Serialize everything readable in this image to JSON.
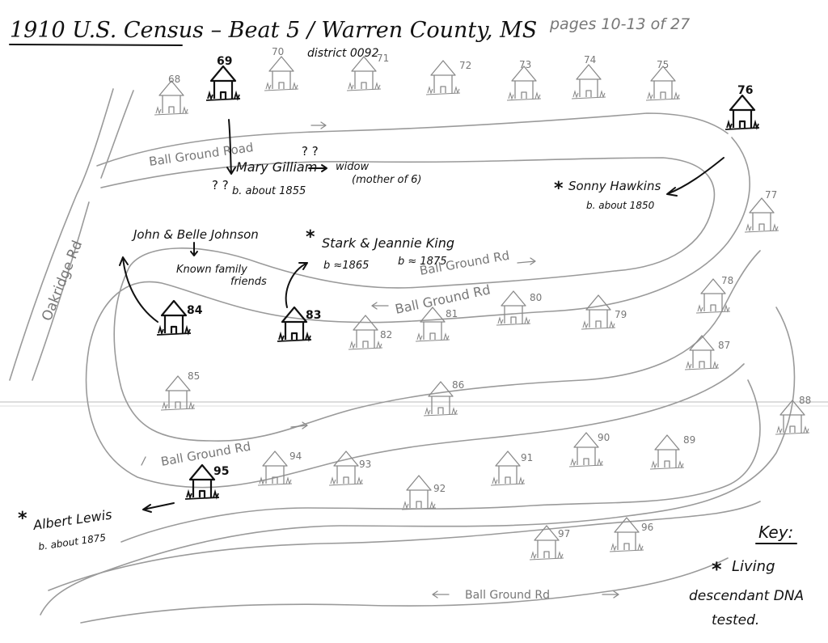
{
  "title": {
    "main": "1910 U.S. Census – Beat 5 / Warren County, MS",
    "district": "district 0092",
    "pages": "pages 10-13 of 27"
  },
  "roads": {
    "oakridge": "Oakridge Rd",
    "ball_ground_road": "Ball Ground Road",
    "ball_ground_rd": "Ball Ground Rd"
  },
  "houses": [
    {
      "num": "68",
      "dark": false
    },
    {
      "num": "69",
      "dark": true
    },
    {
      "num": "70",
      "dark": false
    },
    {
      "num": "71",
      "dark": false
    },
    {
      "num": "72",
      "dark": false
    },
    {
      "num": "73",
      "dark": false
    },
    {
      "num": "74",
      "dark": false
    },
    {
      "num": "75",
      "dark": false
    },
    {
      "num": "76",
      "dark": true
    },
    {
      "num": "77",
      "dark": false
    },
    {
      "num": "78",
      "dark": false
    },
    {
      "num": "79",
      "dark": false
    },
    {
      "num": "80",
      "dark": false
    },
    {
      "num": "81",
      "dark": false
    },
    {
      "num": "82",
      "dark": false
    },
    {
      "num": "83",
      "dark": true
    },
    {
      "num": "84",
      "dark": true
    },
    {
      "num": "85",
      "dark": false
    },
    {
      "num": "86",
      "dark": false
    },
    {
      "num": "87",
      "dark": false
    },
    {
      "num": "88",
      "dark": false
    },
    {
      "num": "89",
      "dark": false
    },
    {
      "num": "90",
      "dark": false
    },
    {
      "num": "91",
      "dark": false
    },
    {
      "num": "92",
      "dark": false
    },
    {
      "num": "93",
      "dark": false
    },
    {
      "num": "94",
      "dark": false
    },
    {
      "num": "95",
      "dark": true
    },
    {
      "num": "96",
      "dark": false
    },
    {
      "num": "97",
      "dark": false
    }
  ],
  "notes": {
    "mary_name": "Mary Gilliam",
    "mary_birth": "b. about 1855",
    "mary_q": "? ?",
    "mary_q2": "? ?",
    "widow": "widow",
    "mother": "(mother of 6)",
    "sonny_name": "Sonny Hawkins",
    "sonny_birth": "b. about 1850",
    "johnson": "John & Belle Johnson",
    "known1": "Known family",
    "known2": "friends",
    "king": "Stark & Jeannie King",
    "king_b1": "b ≈1865",
    "king_b2": "b ≈ 1875",
    "albert_name": "Albert Lewis",
    "albert_birth": "b. about 1875",
    "star": "*"
  },
  "key": {
    "title": "Key:",
    "line1": "Living",
    "line2": "descendant DNA",
    "line3": "tested."
  }
}
